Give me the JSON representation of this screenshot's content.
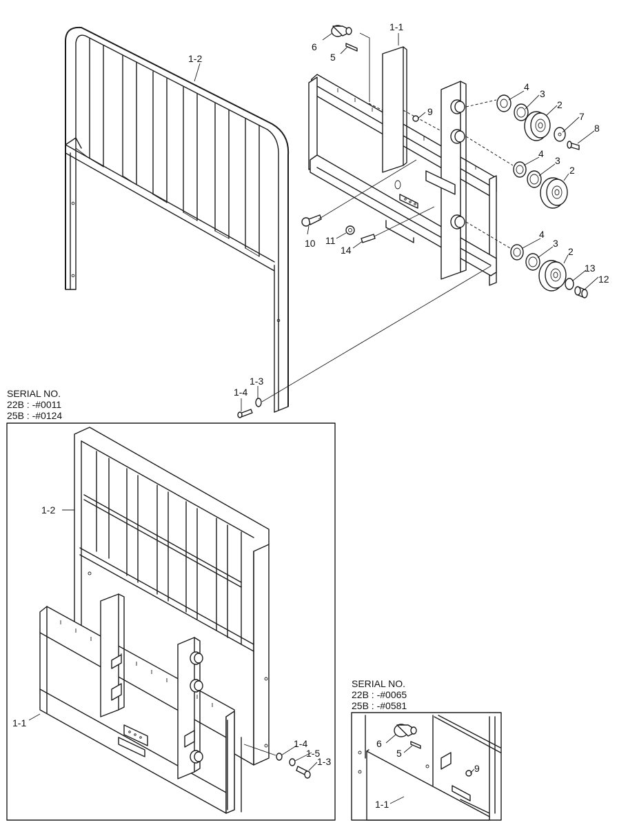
{
  "inset_a": {
    "line1": "SERIAL NO.",
    "line2": "22B : -#0011",
    "line3": "25B : -#0124"
  },
  "inset_b": {
    "line1": "SERIAL NO.",
    "line2": "22B : -#0065",
    "line3": "25B : -#0581"
  },
  "labels": {
    "p1_1": "1-1",
    "p1_2": "1-2",
    "p1_3": "1-3",
    "p1_4": "1-4",
    "p1_5": "1-5",
    "p2": "2",
    "p3": "3",
    "p4": "4",
    "p5": "5",
    "p6": "6",
    "p7": "7",
    "p8": "8",
    "p9": "9",
    "p10": "10",
    "p11": "11",
    "p12": "12",
    "p13": "13",
    "p14": "14"
  }
}
